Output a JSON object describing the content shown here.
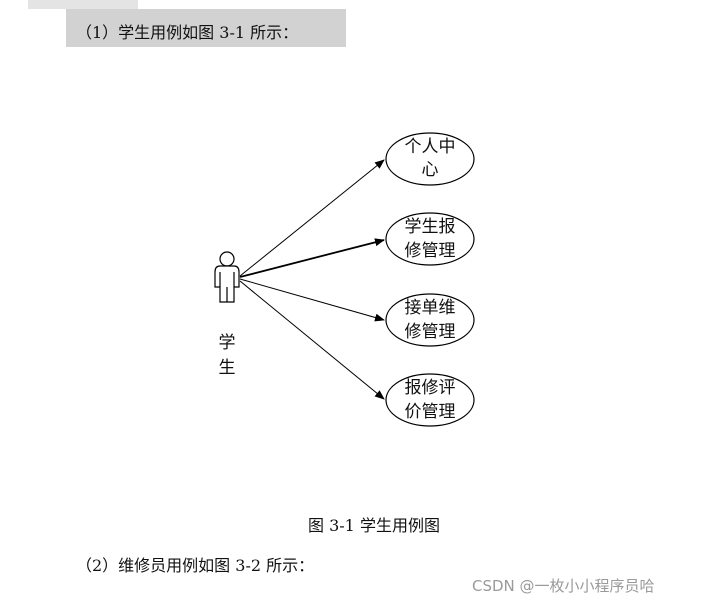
{
  "heading": "（1）学生用例如图 3-1 所示：",
  "diagram": {
    "actor": {
      "label_lines": [
        "学",
        "生"
      ],
      "icon": "actor-icon"
    },
    "use_cases": [
      {
        "lines": [
          "个人中",
          "心"
        ]
      },
      {
        "lines": [
          "学生报",
          "修管理"
        ]
      },
      {
        "lines": [
          "接单维",
          "修管理"
        ]
      },
      {
        "lines": [
          "报修评",
          "价管理"
        ]
      }
    ]
  },
  "caption": "图 3-1 学生用例图",
  "subheading": "（2）维修员用例如图 3-2 所示：",
  "watermark": "CSDN @一枚小小程序员哈"
}
